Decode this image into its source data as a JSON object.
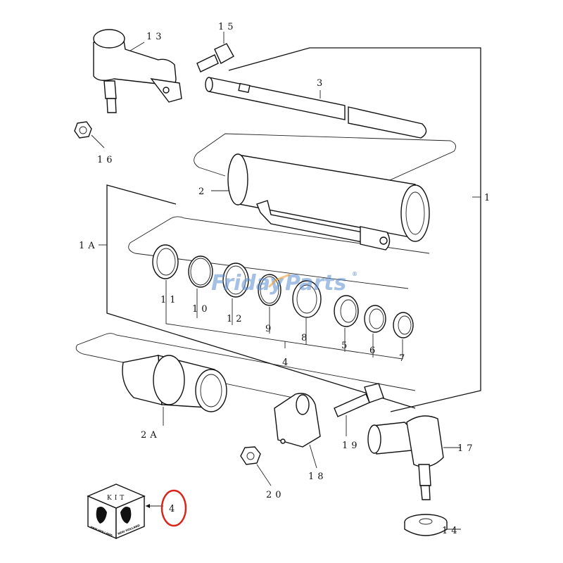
{
  "diagram": {
    "labels": {
      "l13": "13",
      "l15": "15",
      "l3": "3",
      "l16": "16",
      "l2": "2",
      "l1": "1",
      "l1A": "1A",
      "l11": "11",
      "l10": "10",
      "l12": "12",
      "l9": "9",
      "l8": "8",
      "l5": "5",
      "l6": "6",
      "l7": "7",
      "l4": "4",
      "l2A": "2A",
      "l19": "19",
      "l17": "17",
      "l18": "18",
      "l20": "20",
      "l14": "14",
      "kit4": "4"
    },
    "kit_box": {
      "title": "KIT",
      "brand": "NEW HOLLAND"
    },
    "watermark": {
      "text_a": "Friday",
      "text_b": "Parts",
      "mark": "®"
    },
    "colors": {
      "line": "#111111",
      "watermark": "#5b8fd0",
      "watermark_accent": "#e8a23a",
      "highlight": "#d9261c"
    }
  }
}
